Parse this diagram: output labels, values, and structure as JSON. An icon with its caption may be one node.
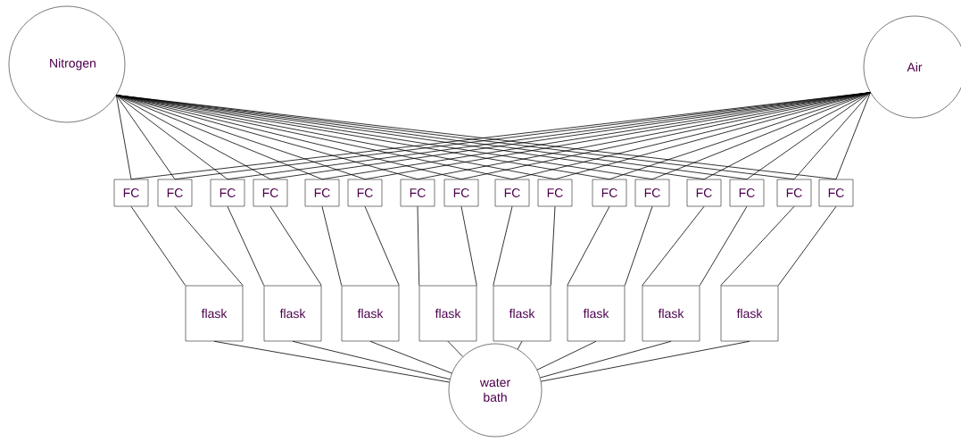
{
  "diagram": {
    "nodes": [
      {
        "text": [
          "Nitrogen"
        ]
      },
      {
        "text": [
          "Air"
        ]
      },
      {
        "text": [
          "FC"
        ]
      },
      {
        "text": [
          "FC"
        ]
      },
      {
        "text": [
          "FC"
        ]
      },
      {
        "text": [
          "FC"
        ]
      },
      {
        "text": [
          "FC"
        ]
      },
      {
        "text": [
          "FC"
        ]
      },
      {
        "text": [
          "FC"
        ]
      },
      {
        "text": [
          "FC"
        ]
      },
      {
        "text": [
          "FC"
        ]
      },
      {
        "text": [
          "FC"
        ]
      },
      {
        "text": [
          "FC"
        ]
      },
      {
        "text": [
          "FC"
        ]
      },
      {
        "text": [
          "FC"
        ]
      },
      {
        "text": [
          "FC"
        ]
      },
      {
        "text": [
          "FC"
        ]
      },
      {
        "text": [
          "FC"
        ]
      },
      {
        "text": [
          "flask"
        ]
      },
      {
        "text": [
          "flask"
        ]
      },
      {
        "text": [
          "flask"
        ]
      },
      {
        "text": [
          "flask"
        ]
      },
      {
        "text": [
          "flask"
        ]
      },
      {
        "text": [
          "flask"
        ]
      },
      {
        "text": [
          "flask"
        ]
      },
      {
        "text": [
          "flask"
        ]
      },
      {
        "text": [
          "water bath"
        ]
      }
    ],
    "edges": [
      {
        "from": 0,
        "to": 2,
        "arrow": "none"
      },
      {
        "from": 0,
        "to": 3,
        "arrow": "none"
      },
      {
        "from": 0,
        "to": 4,
        "arrow": "none"
      },
      {
        "from": 0,
        "to": 5,
        "arrow": "none"
      },
      {
        "from": 0,
        "to": 6,
        "arrow": "none"
      },
      {
        "from": 0,
        "to": 7,
        "arrow": "none"
      },
      {
        "from": 0,
        "to": 8,
        "arrow": "none"
      },
      {
        "from": 0,
        "to": 9,
        "arrow": "none"
      },
      {
        "from": 0,
        "to": 10,
        "arrow": "none"
      },
      {
        "from": 0,
        "to": 11,
        "arrow": "none"
      },
      {
        "from": 0,
        "to": 12,
        "arrow": "none"
      },
      {
        "from": 0,
        "to": 13,
        "arrow": "none"
      },
      {
        "from": 0,
        "to": 14,
        "arrow": "none"
      },
      {
        "from": 0,
        "to": 15,
        "arrow": "none"
      },
      {
        "from": 0,
        "to": 16,
        "arrow": "none"
      },
      {
        "from": 0,
        "to": 17,
        "arrow": "none"
      },
      {
        "from": 1,
        "to": 2,
        "arrow": "none"
      },
      {
        "from": 1,
        "to": 3,
        "arrow": "none"
      },
      {
        "from": 1,
        "to": 4,
        "arrow": "none"
      },
      {
        "from": 1,
        "to": 5,
        "arrow": "none"
      },
      {
        "from": 1,
        "to": 6,
        "arrow": "none"
      },
      {
        "from": 1,
        "to": 7,
        "arrow": "none"
      },
      {
        "from": 1,
        "to": 8,
        "arrow": "none"
      },
      {
        "from": 1,
        "to": 9,
        "arrow": "none"
      },
      {
        "from": 1,
        "to": 10,
        "arrow": "none"
      },
      {
        "from": 1,
        "to": 11,
        "arrow": "none"
      },
      {
        "from": 1,
        "to": 12,
        "arrow": "none"
      },
      {
        "from": 1,
        "to": 13,
        "arrow": "none"
      },
      {
        "from": 1,
        "to": 14,
        "arrow": "none"
      },
      {
        "from": 1,
        "to": 15,
        "arrow": "none"
      },
      {
        "from": 1,
        "to": 16,
        "arrow": "none"
      },
      {
        "from": 1,
        "to": 17,
        "arrow": "none"
      },
      {
        "from": 2,
        "to": 18,
        "arrow": "none"
      },
      {
        "from": 3,
        "to": 18,
        "arrow": "none"
      },
      {
        "from": 4,
        "to": 19,
        "arrow": "none"
      },
      {
        "from": 5,
        "to": 19,
        "arrow": "none"
      },
      {
        "from": 6,
        "to": 20,
        "arrow": "none"
      },
      {
        "from": 7,
        "to": 20,
        "arrow": "none"
      },
      {
        "from": 8,
        "to": 21,
        "arrow": "none"
      },
      {
        "from": 9,
        "to": 21,
        "arrow": "none"
      },
      {
        "from": 10,
        "to": 22,
        "arrow": "none"
      },
      {
        "from": 11,
        "to": 22,
        "arrow": "none"
      },
      {
        "from": 12,
        "to": 23,
        "arrow": "none"
      },
      {
        "from": 13,
        "to": 23,
        "arrow": "none"
      },
      {
        "from": 14,
        "to": 24,
        "arrow": "none"
      },
      {
        "from": 15,
        "to": 24,
        "arrow": "none"
      },
      {
        "from": 16,
        "to": 25,
        "arrow": "none"
      },
      {
        "from": 17,
        "to": 25,
        "arrow": "none"
      },
      {
        "from": 18,
        "to": 26,
        "arrow": "none"
      },
      {
        "from": 19,
        "to": 26,
        "arrow": "none"
      },
      {
        "from": 20,
        "to": 26,
        "arrow": "none"
      },
      {
        "from": 21,
        "to": 26,
        "arrow": "none"
      },
      {
        "from": 22,
        "to": 26,
        "arrow": "none"
      },
      {
        "from": 23,
        "to": 26,
        "arrow": "none"
      },
      {
        "from": 24,
        "to": 26,
        "arrow": "none"
      },
      {
        "from": 25,
        "to": 26,
        "arrow": "none"
      }
    ]
  }
}
